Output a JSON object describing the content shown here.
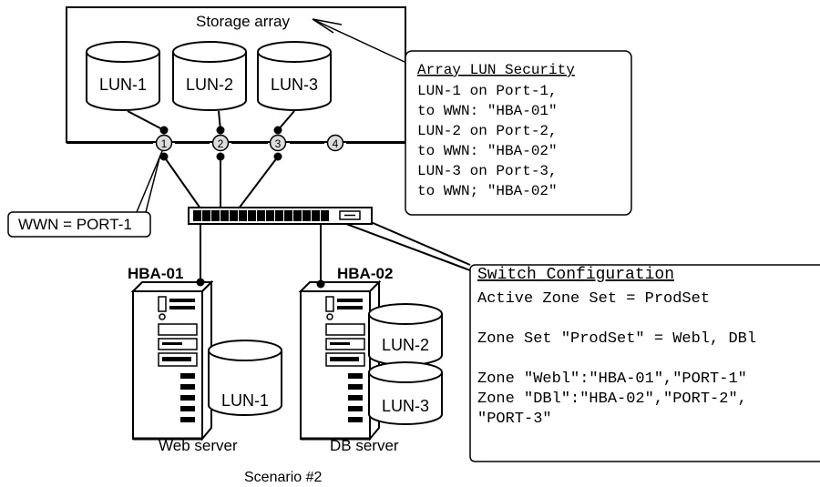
{
  "storage_array": {
    "title": "Storage array",
    "luns": [
      "LUN-1",
      "LUN-2",
      "LUN-3"
    ]
  },
  "ports": [
    "1",
    "2",
    "3",
    "4"
  ],
  "wwn_label": "WWN = PORT-1",
  "array_lun_security": {
    "title": "Array LUN Security",
    "lines": [
      "LUN-1 on Port-1,",
      "to WWN: \"HBA-01\"",
      "LUN-2 on Port-2,",
      "to WWN: \"HBA-02\"",
      "LUN-3 on Port-3,",
      "to WWN; \"HBA-02\""
    ]
  },
  "switch_configuration": {
    "title": "Switch Configuration",
    "lines": [
      "Active Zone Set = ProdSet",
      "",
      "Zone Set \"ProdSet\" = Webl, DBl",
      "",
      "Zone \"Webl\":\"HBA-01\",\"PORT-1\"",
      "Zone \"DBl\":\"HBA-02\",\"PORT-2\",",
      "\"PORT-3\""
    ]
  },
  "web_server": {
    "hba": "HBA-01",
    "label": "Web server",
    "lun": "LUN-1"
  },
  "db_server": {
    "hba": "HBA-02",
    "label": "DB server",
    "luns": [
      "LUN-2",
      "LUN-3"
    ]
  },
  "caption": "Scenario #2"
}
